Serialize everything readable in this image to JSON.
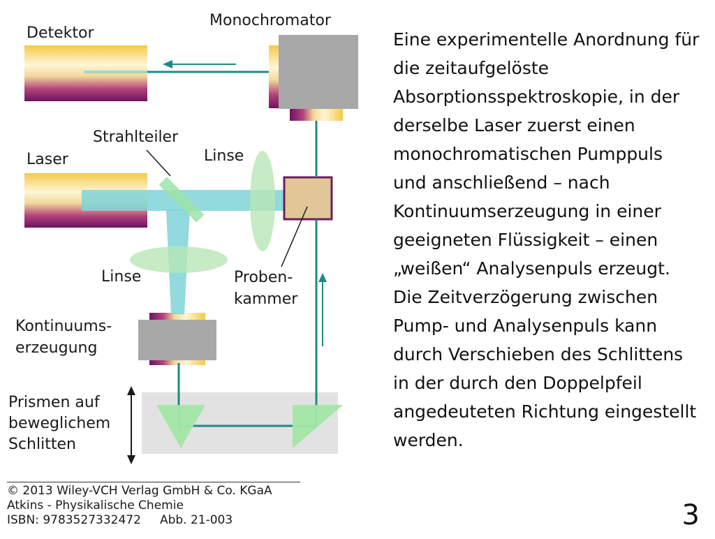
{
  "diagram": {
    "labels": {
      "monochromator": "Monochromator",
      "detector": "Detektor",
      "beam_splitter": "Strahlteiler",
      "laser": "Laser",
      "lens_upper": "Linse",
      "lens_lower": "Linse",
      "sample_chamber_line1": "Proben-",
      "sample_chamber_line2": "kammer",
      "continuum_line1": "Kontinuums-",
      "continuum_line2": "erzeugung",
      "prisms_line1": "Prismen auf",
      "prisms_line2": "beweglichem",
      "prisms_line3": "Schlitten"
    },
    "colors": {
      "beam": "#7fd3d8",
      "light_path": "#1f8a84",
      "lens": "#b8e6b6",
      "prism": "#a2e7a5",
      "sample": "#e2c697",
      "sample_border": "#6b1f5f",
      "device_gray": "#a8a8a8",
      "stage": "#e2e2e2"
    }
  },
  "copyright": {
    "line1": "© 2013 Wiley-VCH Verlag GmbH & Co. KGaA",
    "line2": "Atkins - Physikalische Chemie",
    "line3": "ISBN: 9783527332472     Abb. 21-003"
  },
  "caption": {
    "text": "Eine experimentelle Anordnung für die zeitaufgelöste Absorptionsspektroskopie, in der derselbe Laser zuerst einen monochromatischen Pumppuls und anschließend – nach Kontinuumserzeugung in einer geeigneten Flüssigkeit – einen „weißen“ Analysenpuls erzeugt. Die Zeitverzögerung zwischen Pump- und Analysenpuls kann durch Verschieben des Schlittens in der durch den Doppelpfeil angedeuteten Richtung eingestellt werden."
  },
  "slide": {
    "number": "3"
  }
}
